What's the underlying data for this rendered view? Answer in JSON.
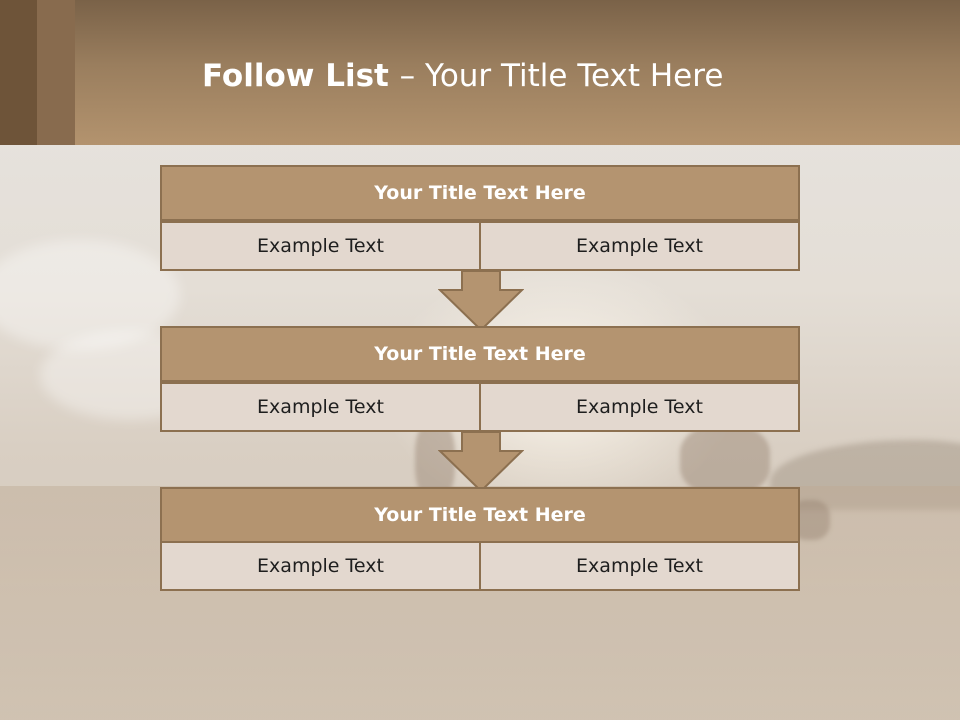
{
  "header": {
    "title_bold": "Follow List ",
    "title_rest": " – Your Title Text Here"
  },
  "steps": [
    {
      "title": "Your Title Text Here",
      "left": "Example Text",
      "right": "Example Text"
    },
    {
      "title": "Your Title Text Here",
      "left": "Example Text",
      "right": "Example Text"
    },
    {
      "title": "Your Title Text Here",
      "left": "Example Text",
      "right": "Example Text"
    }
  ],
  "colors": {
    "header_dark": "#6e5439",
    "header_mid": "#9a7e5e",
    "block_title_fill": "#b49470",
    "block_cell_fill": "#e3d8cf",
    "border": "#8c7050",
    "arrow_fill": "#b49470"
  },
  "icons": [
    "arrow-down-icon",
    "arrow-down-icon"
  ]
}
